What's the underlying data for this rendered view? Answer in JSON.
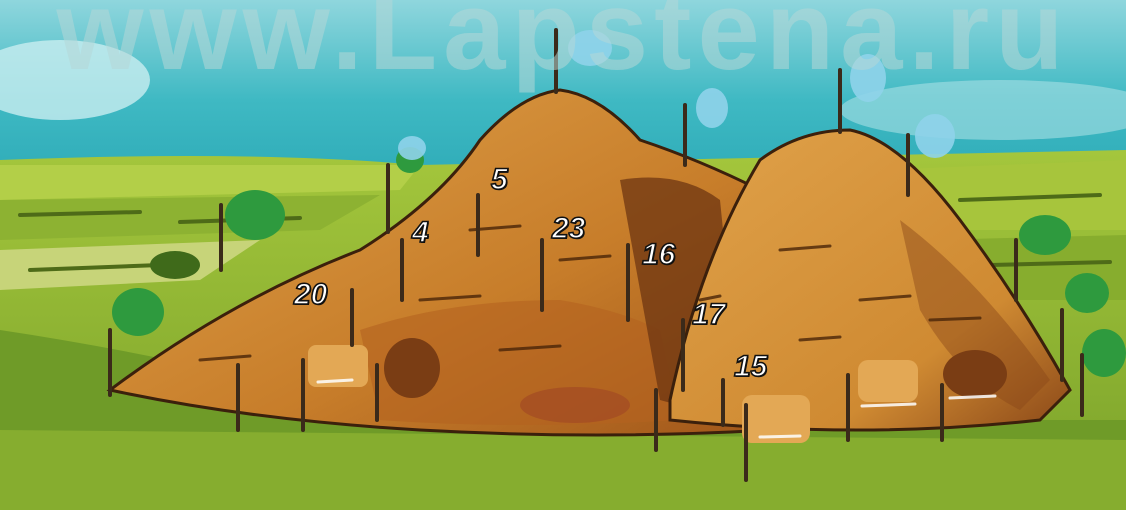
{
  "watermark": "www.Lapstena.ru",
  "markers": [
    "5",
    "4",
    "23",
    "16",
    "20",
    "17",
    "15"
  ],
  "colors": {
    "sky": "#3fb9c3",
    "sky_haze": "#b9e6ea",
    "grass": "#93b832",
    "grass_dark": "#5f8a1e",
    "soil_light": "#d99a42",
    "soil_mid": "#c27826",
    "soil_dark": "#7a3d14",
    "trees": "#2e9a3e",
    "stakes": "#3b2a1a"
  }
}
